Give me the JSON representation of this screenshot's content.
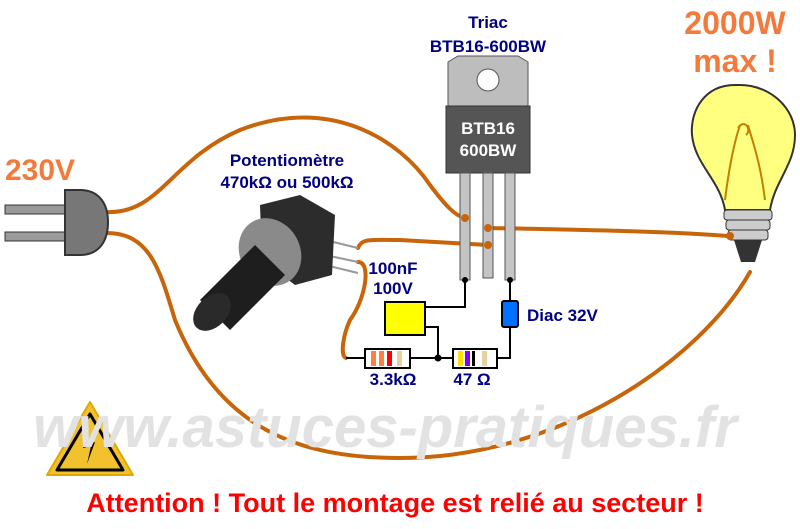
{
  "watermark": "www.astuces-pratiques.fr",
  "mains_label": "230V",
  "power_label": {
    "line1": "2000W",
    "line2": "max !"
  },
  "triac": {
    "title": "Triac",
    "part": "BTB16-600BW",
    "marking_line1": "BTB16",
    "marking_line2": "600BW"
  },
  "potentiometer": {
    "title": "Potentiomètre",
    "value": "470kΩ ou 500kΩ"
  },
  "capacitor": {
    "line1": "100nF",
    "line2": "100V"
  },
  "diac": {
    "label": "Diac 32V"
  },
  "resistors": [
    {
      "label": "3.3kΩ"
    },
    {
      "label": "47 Ω"
    }
  ],
  "warning": "Attention ! Tout le montage est relié au secteur !",
  "colors": {
    "wire": "#c8650a",
    "label": "#000080",
    "accent": "#f47a3c",
    "warning": "#ff0000"
  }
}
